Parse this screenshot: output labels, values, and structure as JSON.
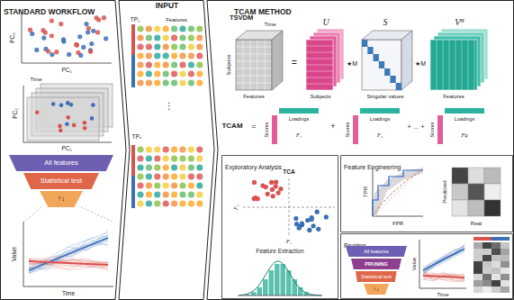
{
  "diagram": {
    "nodes": [
      {
        "text": [
          "STANDARD WORKFLOW"
        ]
      },
      {
        "text": [
          "All features"
        ],
        "in": 0
      },
      {
        "text": [
          "Statistical test"
        ],
        "in": 0
      },
      {
        "text": [
          "↑↓"
        ],
        "in": 0
      },
      {
        "text": [
          "INPUT"
        ]
      },
      {
        "text": [
          "TCAM METHOD"
        ]
      },
      {
        "text": [
          "Exploratory Analysis"
        ],
        "in": 5
      },
      {
        "text": [
          "Feature Engineering"
        ],
        "in": 5
      },
      {
        "text": [
          "Pruning"
        ],
        "in": 5
      },
      {
        "text": [
          "All features"
        ],
        "in": 8
      },
      {
        "text": [
          "PRUNING"
        ],
        "in": 8
      },
      {
        "text": [
          "Statistical test"
        ],
        "in": 8
      },
      {
        "text": [
          "↑↓"
        ],
        "in": 8
      }
    ],
    "labels": [
      "PC₂",
      "PC₁",
      "Time",
      "PC₂",
      "PC₁",
      "Value",
      "Time",
      "TP₁",
      "Features",
      "⋮",
      "TPₙ",
      "TSVDM",
      "Time",
      "Subjects",
      "Features",
      "=",
      "U",
      "Subjects",
      "★M",
      "S",
      "Singular values",
      "★M",
      "Vᴴ",
      "Features",
      "TCAM",
      "=",
      "Scores",
      "Loadings",
      "F₁",
      "+",
      "Scores",
      "Loadings",
      "F₂",
      "+ … +",
      "Scores",
      "Loadings",
      "Fq",
      "TCA",
      "F₂",
      "F₁",
      "Feature Extraction",
      "TPR",
      "FPR",
      "Predicted",
      "Real",
      "Value",
      "Time"
    ]
  }
}
